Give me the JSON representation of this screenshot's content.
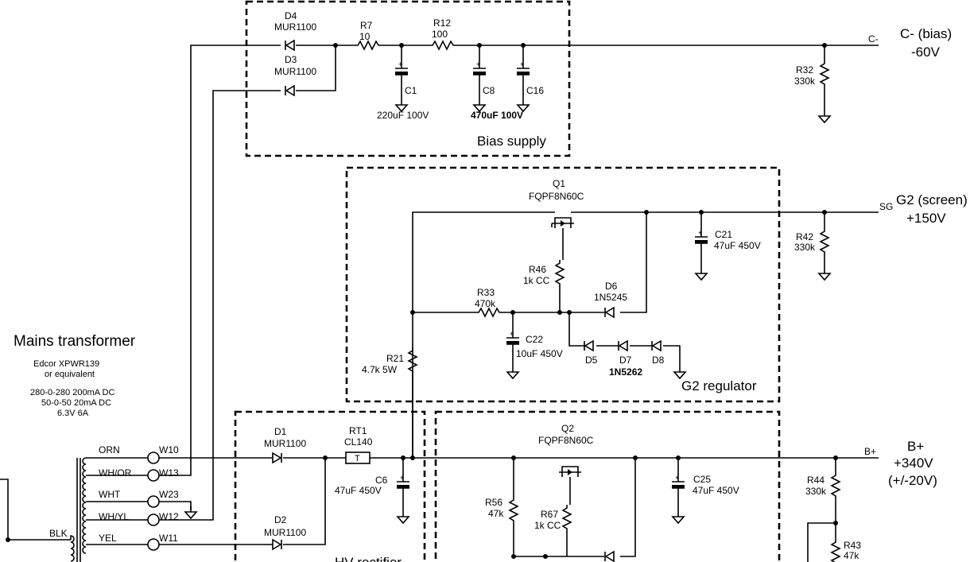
{
  "blocks": {
    "bias": "Bias supply",
    "g2reg": "G2 regulator",
    "hvrect": "HV rectifier"
  },
  "outputs": {
    "bias": {
      "net": "C-",
      "title": "C- (bias)",
      "value": "-60V"
    },
    "g2": {
      "net": "SG",
      "title": "G2 (screen)",
      "value": "+150V"
    },
    "bplus": {
      "net": "B+",
      "title": "B+",
      "value": "+340V",
      "tol": "(+/-20V)"
    }
  },
  "transformer": {
    "title": "Mains transformer",
    "model": "Edcor XPWR139",
    "alt": "or equivalent",
    "spec1": "280-0-280 200mA DC",
    "spec2": "50-0-50 20mA DC",
    "spec3": "6.3V 6A"
  },
  "wires": [
    {
      "color": "ORN",
      "pin": "W10"
    },
    {
      "color": "WH/OR",
      "pin": "W13"
    },
    {
      "color": "WHT",
      "pin": "W23"
    },
    {
      "color": "WH/YL",
      "pin": "W12"
    },
    {
      "color": "YEL",
      "pin": "W11"
    }
  ],
  "blk": "BLK",
  "parts": {
    "D4": {
      "ref": "D4",
      "val": "MUR1100"
    },
    "D3": {
      "ref": "D3",
      "val": "MUR1100"
    },
    "R7": {
      "ref": "R7",
      "val": "10"
    },
    "R12": {
      "ref": "R12",
      "val": "100"
    },
    "C1": {
      "ref": "C1",
      "val": "220uF 100V"
    },
    "C8": {
      "ref": "C8"
    },
    "C16": {
      "ref": "C16"
    },
    "C8C16val": "470uF 100V",
    "R32": {
      "ref": "R32",
      "val": "330k"
    },
    "Q1": {
      "ref": "Q1",
      "val": "FQPF8N60C"
    },
    "C21": {
      "ref": "C21",
      "val": "47uF 450V"
    },
    "R42": {
      "ref": "R42",
      "val": "330k"
    },
    "R46": {
      "ref": "R46",
      "val": "1k CC"
    },
    "D6": {
      "ref": "D6",
      "val": "1N5245"
    },
    "R33": {
      "ref": "R33",
      "val": "470k"
    },
    "C22": {
      "ref": "C22",
      "val": "10uF 450V"
    },
    "D5": {
      "ref": "D5"
    },
    "D7": {
      "ref": "D7"
    },
    "D8": {
      "ref": "D8"
    },
    "zval": "1N5262",
    "R21": {
      "ref": "R21",
      "val": "4.7k 5W"
    },
    "D1": {
      "ref": "D1",
      "val": "MUR1100"
    },
    "D2": {
      "ref": "D2",
      "val": "MUR1100"
    },
    "RT1": {
      "ref": "RT1",
      "val": "CL140",
      "sym": "T"
    },
    "C6": {
      "ref": "C6",
      "val": "47uF 450V"
    },
    "Q2": {
      "ref": "Q2",
      "val": "FQPF8N60C"
    },
    "C25": {
      "ref": "C25",
      "val": "47uF 450V"
    },
    "R44": {
      "ref": "R44",
      "val": "330k"
    },
    "R56": {
      "ref": "R56",
      "val": "47k"
    },
    "R67": {
      "ref": "R67",
      "val": "1k CC"
    },
    "R43": {
      "ref": "R43",
      "val": "47k"
    }
  }
}
